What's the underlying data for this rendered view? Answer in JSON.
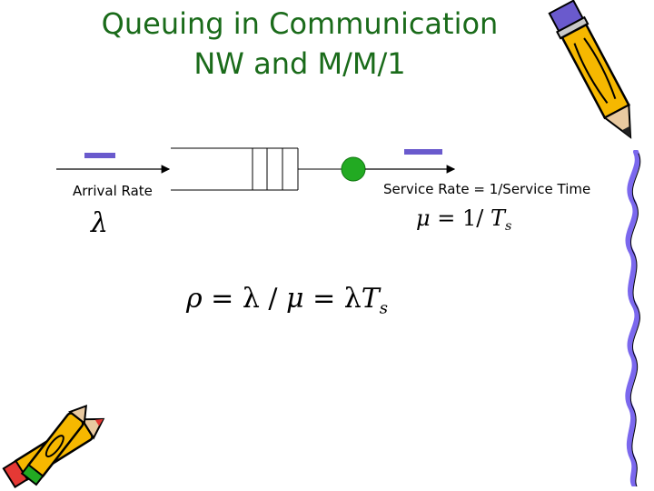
{
  "title": {
    "line1": "Queuing in Communication",
    "line2": "NW and M/M/1"
  },
  "diagram": {
    "arrival_label": "Arrival Rate",
    "service_label": "Service Rate = 1/Service Time",
    "lambda_symbol": "λ",
    "service_formula": {
      "mu": "μ",
      "eq": " = 1/ ",
      "T": "T",
      "sub": "s"
    },
    "utilization_formula": {
      "rho": "ρ",
      "part1": " = λ / ",
      "mu": "μ",
      "part2": " = λ",
      "T": "T",
      "sub": "s"
    }
  },
  "colors": {
    "title": "#1a6b1a",
    "server": "#22aa22",
    "packet": "#6a5acd"
  },
  "decorations": [
    "pencil-icon",
    "crayons-icon",
    "squiggle-line"
  ]
}
